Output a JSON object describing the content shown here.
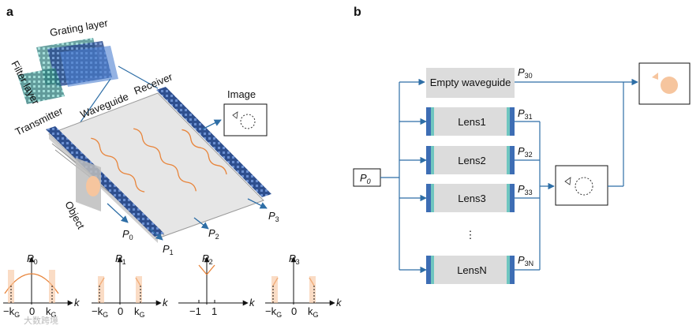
{
  "panels": {
    "a": "a",
    "b": "b"
  },
  "device": {
    "grating_layer": "Grating layer",
    "filter_layer": "Filter layer",
    "transmitter": "Transmitter",
    "waveguide": "Waveguide",
    "receiver": "Receiver",
    "image": "Image",
    "object": "Object",
    "outputs": [
      "P0",
      "P1",
      "P2",
      "P3"
    ]
  },
  "spectra": [
    {
      "p": "P",
      "sub": "0",
      "ticks": [
        "−k",
        "G",
        "0",
        "k",
        "G"
      ]
    },
    {
      "p": "P",
      "sub": "1",
      "ticks": [
        "−k",
        "G",
        "0",
        "k",
        "G"
      ]
    },
    {
      "p": "P",
      "sub": "2",
      "ticks": [
        "−1",
        "1"
      ]
    },
    {
      "p": "P",
      "sub": "3",
      "ticks": [
        "−k",
        "G",
        "0",
        "k",
        "G"
      ]
    }
  ],
  "axis_k": "k",
  "diagram_b": {
    "input": {
      "p": "P",
      "sub": "0"
    },
    "empty_waveguide": "Empty waveguide",
    "lenses": [
      "Lens1",
      "Lens2",
      "Lens3",
      "LensN"
    ],
    "ellipsis": "⋮",
    "outputs": [
      {
        "p": "P",
        "sub": "30"
      },
      {
        "p": "P",
        "sub": "31"
      },
      {
        "p": "P",
        "sub": "32"
      },
      {
        "p": "P",
        "sub": "33"
      },
      {
        "p": "P",
        "sub": "3N"
      }
    ]
  },
  "watermark": "大数跨境",
  "colors": {
    "arrow": "#2e6ea6",
    "wave": "#e8843a",
    "object": "#f6c59e",
    "lens_face": "#d8d8d8",
    "filter": "#5fc3c3",
    "grating": "#3a6cb8"
  }
}
